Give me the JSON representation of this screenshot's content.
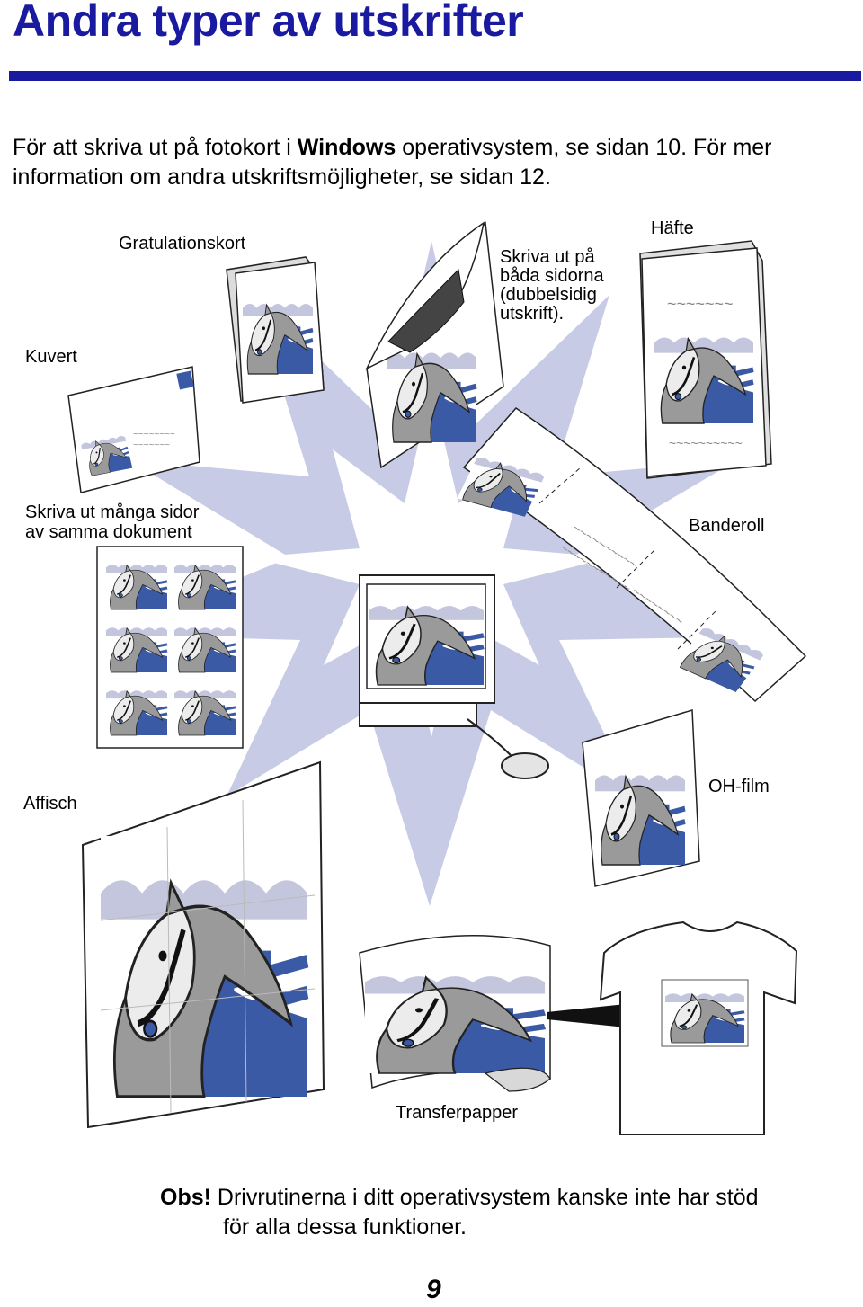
{
  "header": {
    "title": "Andra typer av utskrifter"
  },
  "intro": {
    "part1": "För att skriva ut på fotokort i ",
    "bold": "Windows",
    "part2": " operativsystem, se sidan 10. För mer",
    "line2": "information om andra utskriftsmöjligheter, se sidan 12."
  },
  "labels": {
    "greeting": "Gratulationskort",
    "duplex": [
      "Skriva ut på",
      "båda sidorna",
      "(dubbelsidig",
      "utskrift)."
    ],
    "booklet": "Häfte",
    "envelope": "Kuvert",
    "nup": [
      "Skriva ut många sidor",
      "av samma dokument"
    ],
    "banner": "Banderoll",
    "poster": "Affisch",
    "transparency": "OH-film",
    "transfer": "Transferpapper"
  },
  "note": {
    "bold": "Obs!",
    "line1": " Drivrutinerna i ditt operativsystem kanske inte har stöd",
    "line2": "för alla dessa funktioner."
  },
  "page_number": "9",
  "colors": {
    "title": "#1a1aa0",
    "horse_blue": "#3b5aa6",
    "burst": "#c8cbe6"
  }
}
